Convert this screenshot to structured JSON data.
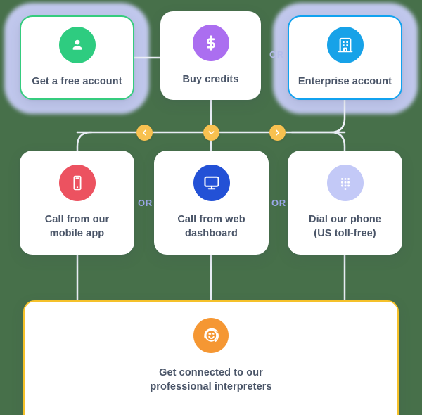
{
  "background_color": "#47704a",
  "diagram": {
    "title_text": null,
    "top_row": {
      "cards": [
        {
          "id": "free-account",
          "label": "Get a free account",
          "icon": "user-account-icon",
          "icon_color": "#2ecc80",
          "border_color": "#35cc7e",
          "highlighted": true
        },
        {
          "id": "buy-credits",
          "label": "Buy credits",
          "icon": "dollar-icon",
          "icon_color": "#ab6ef0",
          "border_color": null,
          "highlighted": false
        },
        {
          "id": "enterprise-account",
          "label": "Enterprise account",
          "icon": "building-icon",
          "icon_color": "#17a2e8",
          "border_color": "#11a2ef",
          "highlighted": true
        }
      ],
      "or_label": "OR"
    },
    "connector_badges": [
      {
        "id": "left",
        "icon": "chevron-left-icon",
        "color": "#f8c150"
      },
      {
        "id": "down",
        "icon": "chevron-down-icon",
        "color": "#f8c150"
      },
      {
        "id": "right",
        "icon": "chevron-right-icon",
        "color": "#f8c150"
      }
    ],
    "middle_row": {
      "cards": [
        {
          "id": "mobile-app",
          "label_line1": "Call from our",
          "label_line2": "mobile app",
          "icon": "mobile-phone-icon",
          "icon_color": "#ec5260"
        },
        {
          "id": "web-dashboard",
          "label_line1": "Call from web",
          "label_line2": "dashboard",
          "icon": "monitor-icon",
          "icon_color": "#2351d6"
        },
        {
          "id": "dial-phone",
          "label_line1": "Dial our phone",
          "label_line2": "(US toll-free)",
          "icon": "dialpad-icon",
          "icon_color": "#c3c9f7"
        }
      ],
      "or_label_1": "OR",
      "or_label_2": "OR"
    },
    "bottom_card": {
      "id": "get-connected",
      "label_line1": "Get connected to our",
      "label_line2": "professional interpreters",
      "icon": "smiley-headset-icon",
      "icon_color": "#f59733",
      "border_color": "#f5c12a"
    }
  }
}
